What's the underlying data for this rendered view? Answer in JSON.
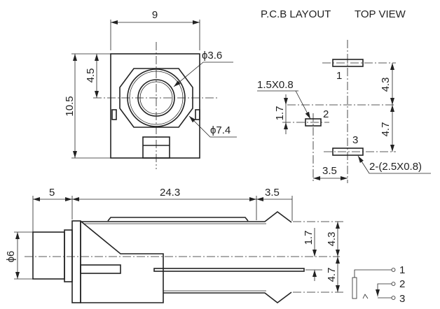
{
  "front_view": {
    "width": "9",
    "height": "10.5",
    "offset": "4.5",
    "inner_dia": "ϕ3.6",
    "outer_dia": "ϕ7.4"
  },
  "pcb": {
    "title": "P.C.B LAYOUT",
    "view": "TOP VIEW",
    "pad1": "1",
    "pad2": "2",
    "pad3": "3",
    "pad2_size": "1.5X0.8",
    "pad_size": "2-(2.5X0.8)",
    "dim_top": "4.3",
    "dim_bottom": "4.7",
    "dim_offset": "1.7",
    "dim_horizontal": "3.5"
  },
  "side_view": {
    "nose": "5",
    "body": "24.3",
    "tail": "3.5",
    "dia": "ϕ6",
    "dim_mid": "1.7",
    "dim_top": "4.3",
    "dim_bottom": "4.7"
  },
  "schematic": {
    "pin1": "1",
    "pin2": "2",
    "pin3": "3"
  }
}
